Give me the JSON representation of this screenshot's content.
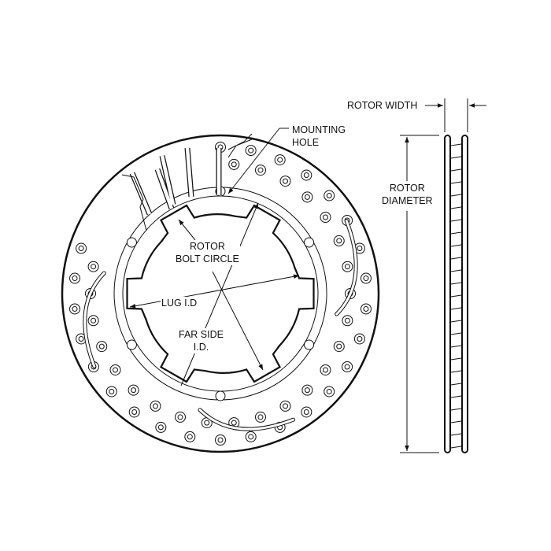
{
  "labels": {
    "rotor_width": "ROTOR WIDTH",
    "mounting_hole": [
      "MOUNTING",
      "HOLE"
    ],
    "rotor_diameter": [
      "ROTOR",
      "DIAMETER"
    ],
    "rotor_bolt_circle": [
      "ROTOR",
      "BOLT CIRCLE"
    ],
    "lug_id": "LUG I.D",
    "far_side_id": [
      "FAR SIDE",
      "I.D."
    ]
  },
  "colors": {
    "line": "#111111",
    "background": "#ffffff"
  }
}
